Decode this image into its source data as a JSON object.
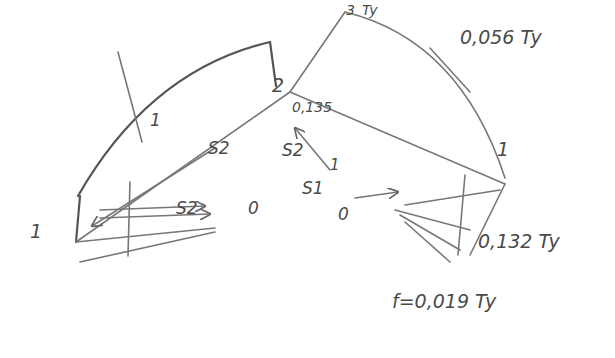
{
  "diagram": {
    "labels": [
      "1",
      "2",
      "0,135",
      "3",
      "Ty",
      "0,056 Ty",
      "S2",
      "S2",
      "S1",
      "1",
      "0",
      "S2",
      "0",
      "1",
      "1",
      "0,132 Ty",
      "f=0,019 Ty"
    ]
  }
}
